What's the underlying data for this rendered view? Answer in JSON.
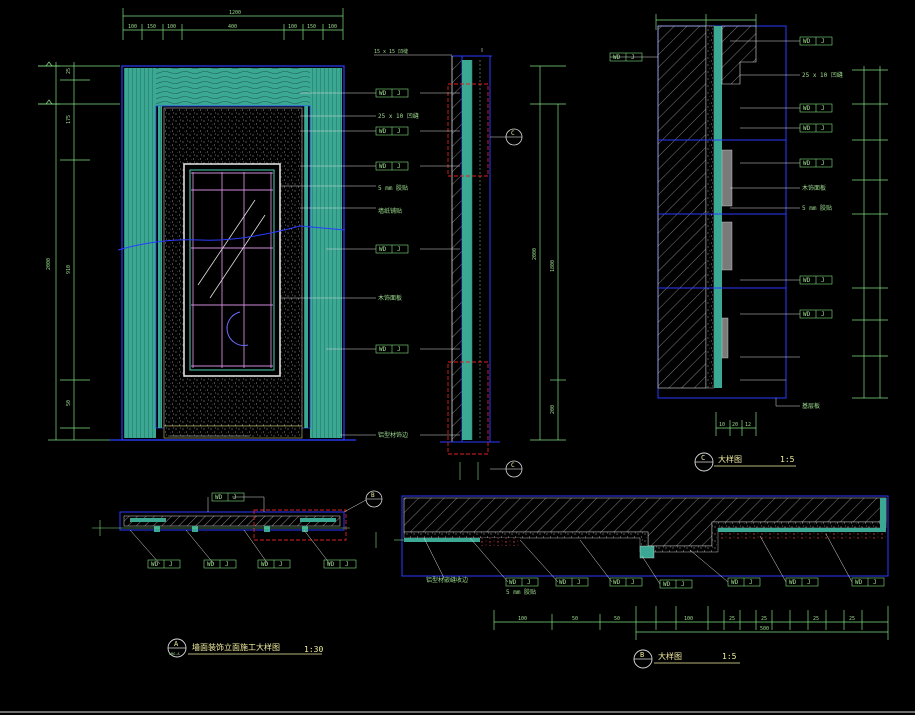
{
  "colors": {
    "background": "#000000",
    "dimension": "#7fe07f",
    "outline_blue": "#2a3cff",
    "panel_teal": "#3fb09a",
    "hatch": "#7a7a7a",
    "glass_magenta": "#d08ad8",
    "section_red": "#e02020",
    "title_yellow": "#f4f0a0",
    "leader_white": "#e8e8e8"
  },
  "views": {
    "elevation": {
      "label": "elevation-view",
      "top_dims": [
        "100",
        "150",
        "100",
        "400",
        "100",
        "150",
        "100"
      ],
      "top_total": "1200",
      "left_dims": [
        "25",
        "175",
        "910",
        "50"
      ],
      "left_total": "2000",
      "callouts": [
        {
          "code": "WD",
          "num": "J"
        },
        {
          "code": "WD",
          "num": "J"
        },
        {
          "code": "WD",
          "num": "J"
        },
        {
          "code": "WD",
          "num": "J"
        },
        {
          "code": "WD",
          "num": "J"
        }
      ],
      "notes": [
        "25 x 10 凹缝",
        "5 mm 胶贴",
        "墙纸铺贴",
        "木饰面板",
        "铝型材饰边"
      ]
    },
    "side_section": {
      "top_note": "15 x 15 凹缝",
      "section_marks": [
        "C",
        "C"
      ],
      "right_dims": [
        "2000",
        "1800",
        "200"
      ]
    },
    "detail_c": {
      "letter": "C",
      "title": "大样图",
      "scale": "1:5",
      "callouts": [
        {
          "code": "WD",
          "num": "J"
        },
        {
          "code": "WD",
          "num": "J"
        },
        {
          "code": "WD",
          "num": "J"
        },
        {
          "code": "WD",
          "num": "J"
        },
        {
          "code": "WD",
          "num": "J"
        },
        {
          "code": "WD",
          "num": "J"
        },
        {
          "code": "WD",
          "num": "J"
        }
      ],
      "notes": [
        "25 x 10 凹缝",
        "5 mm 胶贴",
        "木饰面板",
        "基层板"
      ],
      "bottom_dims": [
        "10",
        "20",
        "12"
      ]
    },
    "plan_a": {
      "letter": "A",
      "sub": "LMG-A",
      "title": "墙面装饰立面施工大样图",
      "scale": "1:30",
      "section_mark": "B",
      "callouts": [
        {
          "code": "WD",
          "num": "J"
        },
        {
          "code": "WD",
          "num": "J"
        },
        {
          "code": "WD",
          "num": "J"
        },
        {
          "code": "WD",
          "num": "J"
        },
        {
          "code": "WD",
          "num": "J"
        }
      ]
    },
    "detail_b": {
      "letter": "B",
      "title": "大样图",
      "scale": "1:5",
      "callouts": [
        {
          "code": "WD",
          "num": "J"
        },
        {
          "code": "WD",
          "num": "J"
        },
        {
          "code": "WD",
          "num": "J"
        },
        {
          "code": "WD",
          "num": "J"
        },
        {
          "code": "WD",
          "num": "J"
        },
        {
          "code": "WD",
          "num": "J"
        },
        {
          "code": "WD",
          "num": "J"
        }
      ],
      "notes": [
        "铝型材嵌缝收边",
        "5 mm 胶贴"
      ],
      "bottom_dims": [
        "100",
        "50",
        "50",
        "100",
        "25",
        "25",
        "25",
        "25",
        "500"
      ]
    }
  }
}
